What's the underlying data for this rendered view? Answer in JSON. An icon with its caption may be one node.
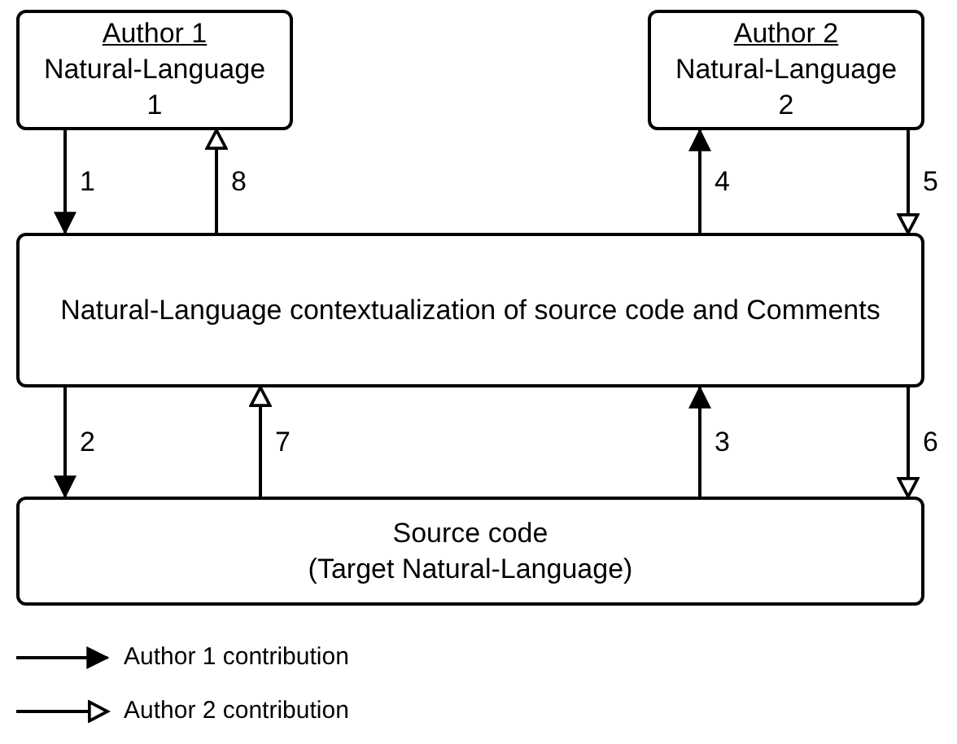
{
  "diagram": {
    "nodes": [
      {
        "text": [
          "Author 1",
          "Natural-Language 1"
        ]
      },
      {
        "text": [
          "Author 2",
          "Natural-Language 2"
        ]
      },
      {
        "text": [
          "Natural-Language contextualization of source code and Comments"
        ]
      },
      {
        "text": [
          "Source code",
          "(Target Natural-Language)"
        ]
      }
    ],
    "edges": [
      {
        "from": 0,
        "to": 2,
        "arrow": "to",
        "label": "1"
      },
      {
        "from": 2,
        "to": 3,
        "arrow": "to",
        "label": "2"
      },
      {
        "from": 3,
        "to": 2,
        "arrow": "to",
        "label": "3"
      },
      {
        "from": 2,
        "to": 1,
        "arrow": "to",
        "label": "4"
      },
      {
        "from": 1,
        "to": 2,
        "arrow": "to",
        "label": "5"
      },
      {
        "from": 2,
        "to": 3,
        "arrow": "to",
        "label": "6"
      },
      {
        "from": 3,
        "to": 2,
        "arrow": "to",
        "label": "7"
      },
      {
        "from": 2,
        "to": 0,
        "arrow": "to",
        "label": "8"
      }
    ],
    "legend": [
      {
        "text": "Author 1 contribution"
      },
      {
        "text": "Author 2 contribution"
      }
    ]
  }
}
